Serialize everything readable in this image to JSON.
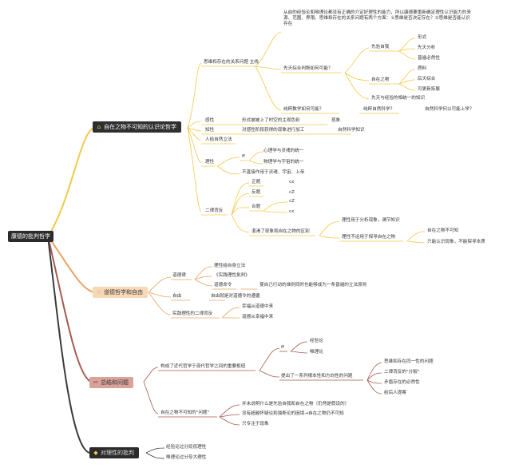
{
  "root": "康德的批判哲学",
  "colors": {
    "yellow": "#f2c94c",
    "orange": "#e8a467",
    "red": "#a55a4f",
    "dark": "#3b3b3b",
    "branch1_bg": "#2f2f2f",
    "branch2_bg": "#f7d9b8",
    "branch3_bg": "#d9a39a",
    "branch4_bg": "#2b2b2b"
  },
  "branches": {
    "b1": {
      "label": "自在之物不可知的认识论哲学",
      "icon": "house-icon"
    },
    "b2": {
      "label": "道德哲学和自由",
      "icon": "star-icon"
    },
    "b3": {
      "label": "总结和问题",
      "icon": "tools-icon"
    },
    "b4": {
      "label": "对理性的批判",
      "icon": "gem-icon"
    }
  },
  "n": {
    "a1": "思维和存在的关系问题 主线",
    "a1_text": "从前的经验论和唯理论都没有正确的介定好理性的能力，所以康德要重新确定理性认识能力的来源、范围、界限。思维和存在的关系问题有两个方面：①思维是否决定存在？②思维是否能认识存在",
    "a2": "先天综合判断如何可能？",
    "a2_1": "先验自我",
    "a2_1a": "形式",
    "a2_1b": "先天分析",
    "a2_1c": "普遍必然性",
    "a2_2": "自在之物",
    "a2_2a": "质料",
    "a2_2b": "后天综合",
    "a2_2c": "可更新拓展",
    "a2_3": "先天与经验的相统一的知识",
    "a3": "纯粹数学如何可能？",
    "a3_1": "纯粹自然科学？",
    "a3_2": "自然科学何以可能上学？",
    "b_gx": "感性",
    "b_gx_1": "形式被被上了时空的主观色彩",
    "b_gx_2": "现象",
    "b_zx": "知性",
    "b_zx_1": "对感性阶段获得的现象进行加工",
    "b_zx_2": "自然科学知识",
    "b_rwzf": "人给自然立法",
    "b_lx": "理性",
    "b_lx_1": "ff",
    "b_lx_1a": "心理学与灵魂的统一",
    "b_lx_1b": "物理学与宇宙的统一",
    "b_lx_2": "不直接作用于灵魂、宇宙、上帝",
    "b_elbf": "二律背反",
    "b_e1": "正题",
    "b_e1v": "cx",
    "b_e2": "反题",
    "b_e2v": "cZ",
    "b_e3": "合题",
    "b_e3v1": "cZ",
    "b_e3v2": "cx",
    "b_e4": "混淆了现象和自在之物的区别",
    "b_e4_1": "理性用于分析现象，谓节知识",
    "b_e4_2": "理性不运用于探寻自在之物",
    "b_e4_2a": "自在之物不可知",
    "b_e4_2b": "只能认识现象，不能探寻本质",
    "c_ddl": "道德律",
    "c_ddl_1": "理性给自身立法",
    "c_ddl_2": "《实践理性批判》",
    "c_ddl_3": "道德命令",
    "c_ddl_3a": "使自己行动的准则同时也能够成为一条普遍的立法原则",
    "c_zy": "自由",
    "c_zy_1": "自由就是对道德令的遵循",
    "c_sj": "实践理性的二律背反",
    "c_sj_1": "幸福从道德中来",
    "c_sj_2": "道德从幸福中来",
    "d_1": "构成了近代哲学于现代哲学之间的重要枢纽",
    "d_1a": "ff",
    "d_1a1": "经验论",
    "d_1a2": "唯理论",
    "d_1b": "提出了一系列根本性和方向性的问题",
    "d_1b1": "思维和存在同一性的问题",
    "d_1b2": "二律背反的\"分裂\"",
    "d_1b3": "矛盾存在的必然性",
    "d_1b4": "给后人提案",
    "d_2": "自在之物不可知的\"问题\"",
    "d_2a": "并未说明什么是先验自我和自在之物（仍然是假设的）",
    "d_2b": "没有超越怀疑论和独断论的困境→自在之物仍不可知",
    "d_2c": "只专注于现象",
    "e_1": "经验论过分贬低理性",
    "e_2": "唯理论过分夸大理性"
  }
}
